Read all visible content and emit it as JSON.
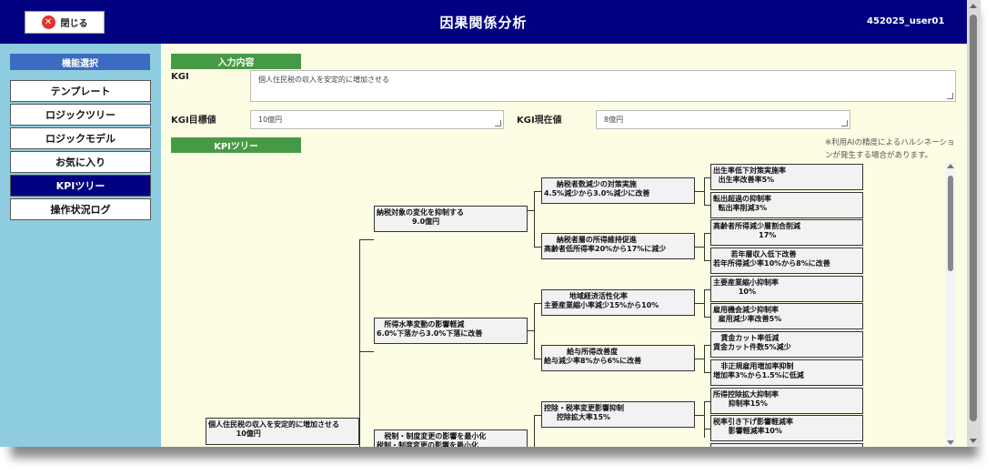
{
  "header": {
    "close_label": "閉じる",
    "title": "因果関係分析",
    "user": "452025_user01"
  },
  "sidebar": {
    "heading": "機能選択",
    "items": [
      {
        "label": "テンプレート"
      },
      {
        "label": "ロジックツリー"
      },
      {
        "label": "ロジックモデル"
      },
      {
        "label": "お気に入り"
      },
      {
        "label": "KPIツリー",
        "active": true
      },
      {
        "label": "操作状況ログ"
      }
    ]
  },
  "input_section": {
    "label": "入力内容",
    "kgi_label": "KGI",
    "kgi_value": "個人住民税の収入を安定的に増加させる",
    "target_label": "KGI目標値",
    "target_value": "10億円",
    "current_label": "KGI現在値",
    "current_value": "8億円"
  },
  "kpi_section": {
    "label": "KPIツリー",
    "note": "※利用AIの精度によるハルシネーションが発生する場合があります。"
  },
  "tree": {
    "root": "個人住民税の収入を安定的に増加させる\n           10億円",
    "level1": [
      "納税対象の変化を抑制する\n              9.0億円",
      "   所得水準変動の影響軽減\n6.0%下落から3.0%下落に改善",
      "   税制・制度変更の影響を最小化\n税制・制度変更の影響を最小化"
    ],
    "level2": [
      "     納税者数減少の対策実施\n4.5%減少から3.0%減少に改善",
      "     納税者層の所得維持促進\n高齢者低所得率20%から17%に減少",
      "          地域経済活性化率\n主要産業縮小率減少15%から10%",
      "         給与所得改善度\n給与減少率8%から6%に改善",
      "控除・税率変更影響抑制\n     控除拡大率15%"
    ],
    "level3": [
      "出生率低下対策実施率\n  出生率改善率5%",
      "転出超過の抑制率\n  転出率削減3%",
      "高齢者所得減少層割合削減\n                  17%",
      "       若年層収入低下改善\n若年所得減少率10%から8%に改善",
      "主要産業縮小抑制率\n          10%",
      "雇用機会減少抑制率\n  雇用減少率改善5%",
      "   賃金カット率低減\n賃金カット件数5%減少",
      "   非正規雇用増加率抑制\n増加率3%から1.5%に低減",
      "所得控除拡大抑制率\n      抑制率15%",
      "税率引き下げ影響軽減率\n      影響軽減率10%"
    ]
  },
  "colors": {
    "header_bg": "#010182",
    "sidebar_bg": "#8ecde0",
    "content_bg": "#fdfde4",
    "section_label_bg": "#479a45",
    "active_item_bg": "#010182",
    "close_icon": "#e0342f"
  }
}
